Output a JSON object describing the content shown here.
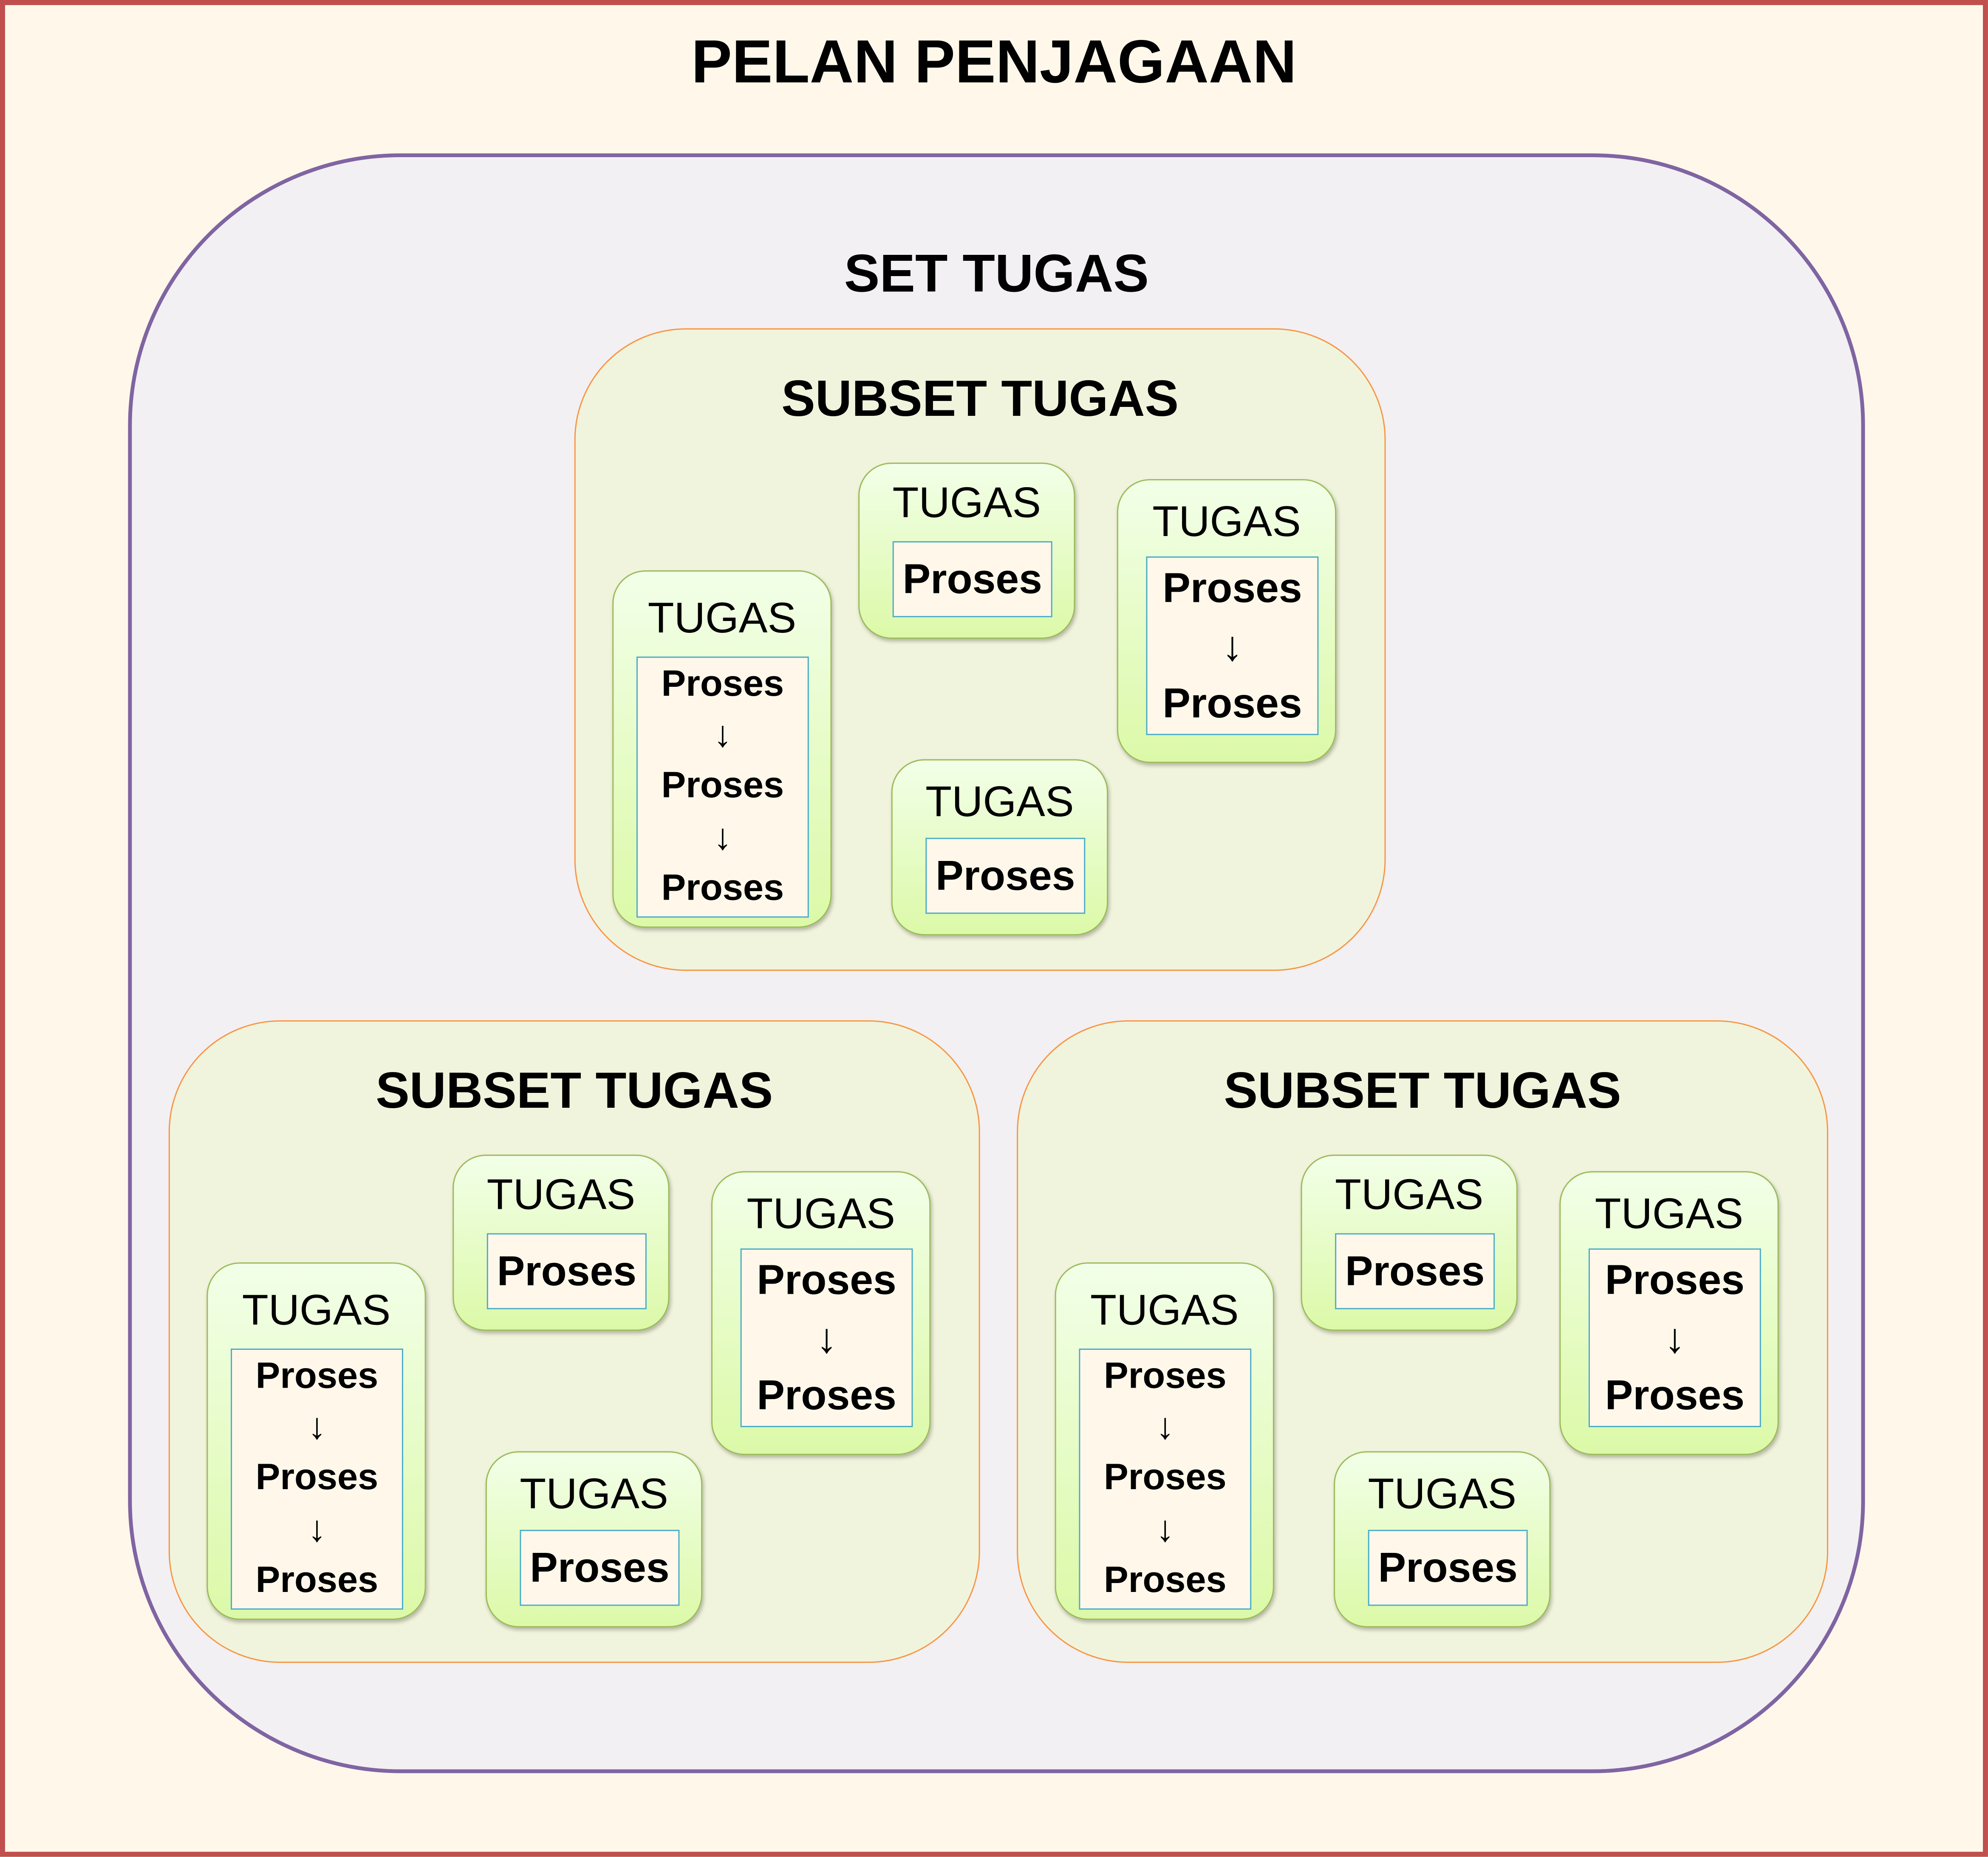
{
  "title": "PELAN PENJAGAAN",
  "set_label": "SET TUGAS",
  "colors": {
    "frame": "#c0504d",
    "set": "#8064a2",
    "subset": "#f79646",
    "task": "#9bbb59",
    "process": "#4bacc6"
  },
  "arrow": "↓",
  "subsets": [
    {
      "label": "SUBSET TUGAS",
      "tasks": [
        {
          "label": "TUGAS",
          "processes": [
            "Proses",
            "Proses",
            "Proses"
          ]
        },
        {
          "label": "TUGAS",
          "processes": [
            "Proses"
          ]
        },
        {
          "label": "TUGAS",
          "processes": [
            "Proses",
            "Proses"
          ]
        },
        {
          "label": "TUGAS",
          "processes": [
            "Proses"
          ]
        }
      ]
    },
    {
      "label": "SUBSET TUGAS",
      "tasks": [
        {
          "label": "TUGAS",
          "processes": [
            "Proses",
            "Proses",
            "Proses"
          ]
        },
        {
          "label": "TUGAS",
          "processes": [
            "Proses"
          ]
        },
        {
          "label": "TUGAS",
          "processes": [
            "Proses",
            "Proses"
          ]
        },
        {
          "label": "TUGAS",
          "processes": [
            "Proses"
          ]
        }
      ]
    },
    {
      "label": "SUBSET TUGAS",
      "tasks": [
        {
          "label": "TUGAS",
          "processes": [
            "Proses",
            "Proses",
            "Proses"
          ]
        },
        {
          "label": "TUGAS",
          "processes": [
            "Proses"
          ]
        },
        {
          "label": "TUGAS",
          "processes": [
            "Proses",
            "Proses"
          ]
        },
        {
          "label": "TUGAS",
          "processes": [
            "Proses"
          ]
        }
      ]
    }
  ]
}
